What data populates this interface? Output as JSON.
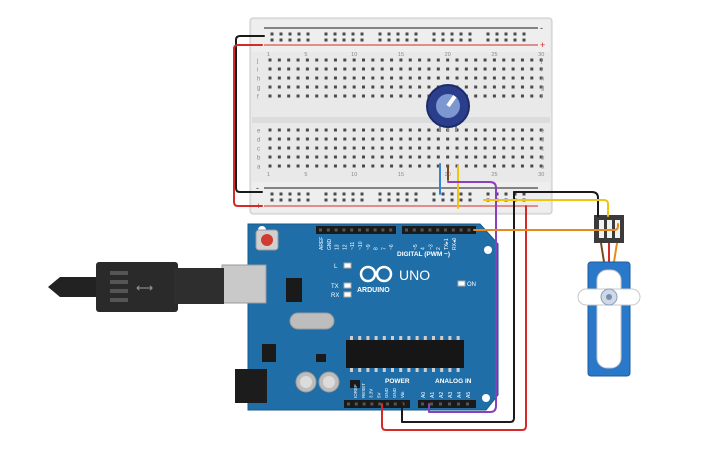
{
  "breadboard": {
    "rail_minus": "-",
    "rail_plus": "+",
    "row_labels_top": [
      "j",
      "i",
      "h",
      "g",
      "f"
    ],
    "row_labels_bottom": [
      "e",
      "d",
      "c",
      "b",
      "a"
    ],
    "column_count": 30
  },
  "arduino": {
    "logo_text": "ARDUINO",
    "model": "UNO",
    "digital_label": "DIGITAL (PWM ~)",
    "power_label": "POWER",
    "analog_label": "ANALOG IN",
    "on_label": "ON",
    "led_l": "L",
    "led_tx": "TX",
    "led_rx": "RX",
    "top_pins": [
      "AREF",
      "GND",
      "13",
      "12",
      "~11",
      "~10",
      "~9",
      "8",
      "7",
      "~6",
      "~5",
      "4",
      "~3",
      "2",
      "TX▸1",
      "RX◂0"
    ],
    "power_pins": [
      "IOREF",
      "RESET",
      "3.3V",
      "5V",
      "GND",
      "GND",
      "Vin"
    ],
    "analog_pins": [
      "A0",
      "A1",
      "A2",
      "A3",
      "A4",
      "A5"
    ]
  },
  "wires": {
    "colors": {
      "black": "#1a1a1a",
      "red": "#d62a2a",
      "purple": "#8a3fbf",
      "yellow": "#f1c40f",
      "orange": "#e8891e",
      "blue": "#2f86d8",
      "brown": "#7a4a1d"
    }
  },
  "components": {
    "potentiometer": "potentiometer",
    "servo": "servo",
    "usb_cable": "usb-cable"
  }
}
